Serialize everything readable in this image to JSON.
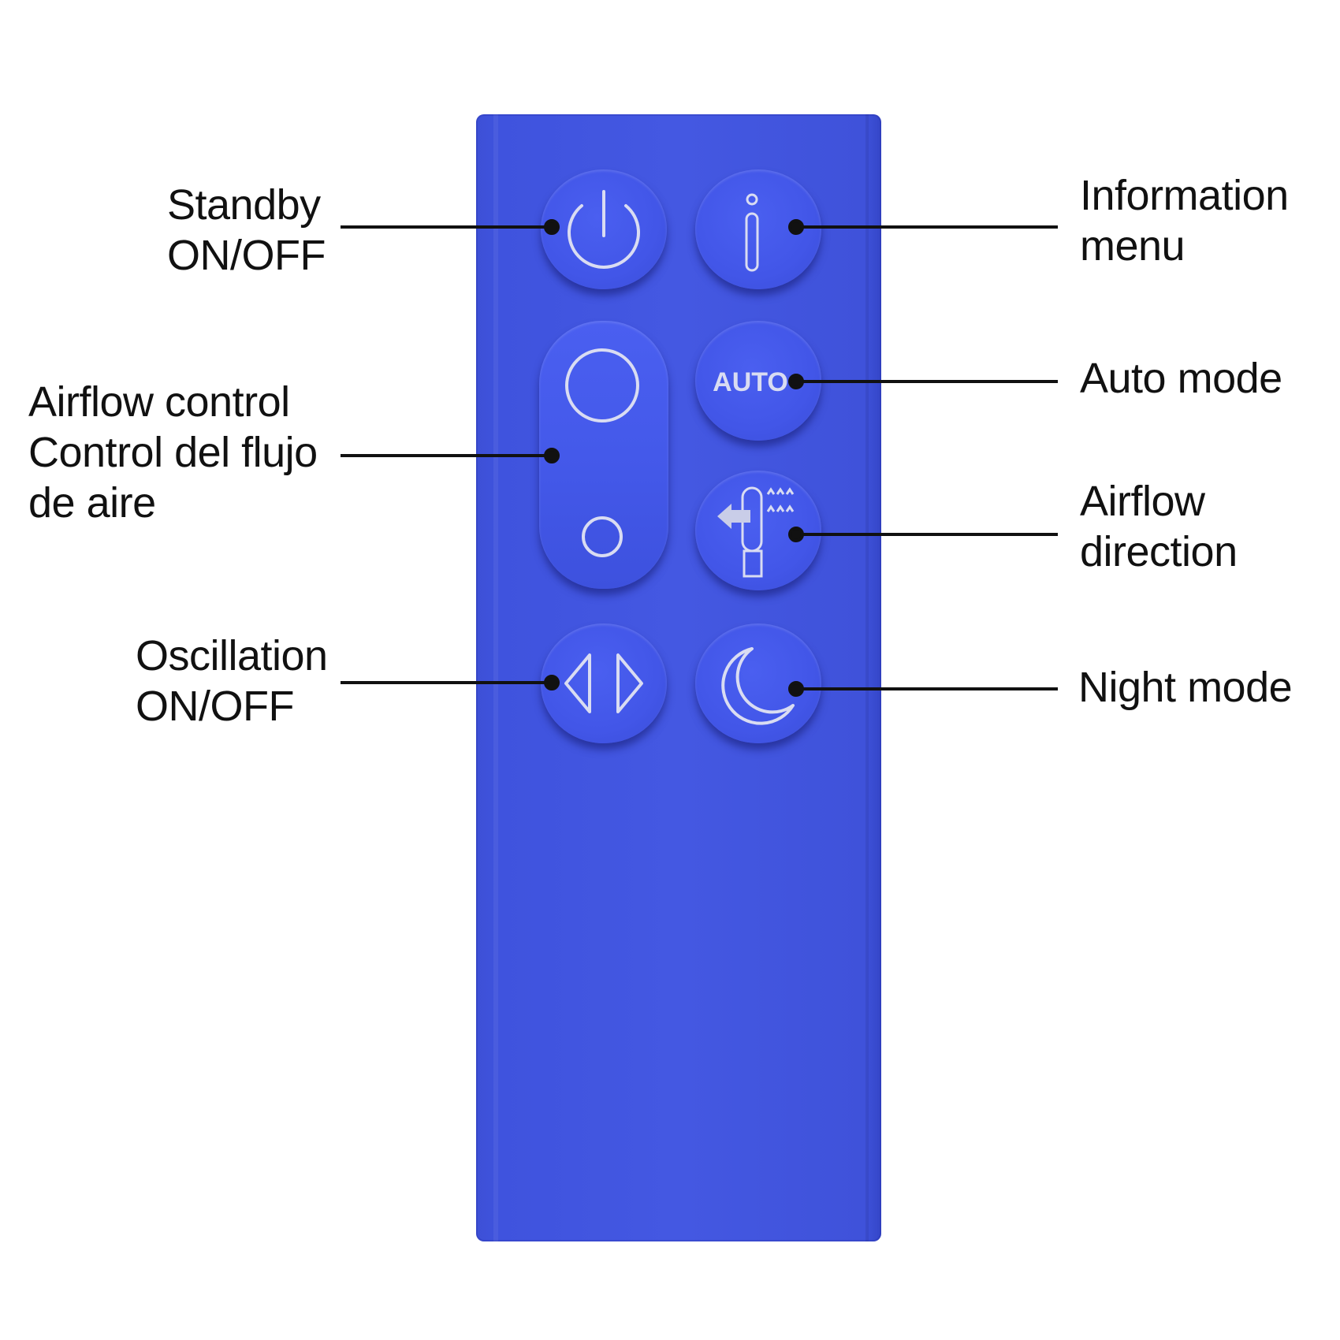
{
  "callouts": {
    "standby": "Standby\nON/OFF",
    "airflow_control": "Airflow control\nControl del flujo\nde aire",
    "oscillation": "Oscillation\nON/OFF",
    "information": "Information\nmenu",
    "auto_mode": "Auto mode",
    "airflow_direction": "Airflow\ndirection",
    "night_mode": "Night mode"
  },
  "buttons": {
    "auto_text": "AUTO"
  },
  "colors": {
    "remote_body": "#4458e2",
    "icon_stroke": "#d9dcf2",
    "leader_line": "#111111"
  }
}
